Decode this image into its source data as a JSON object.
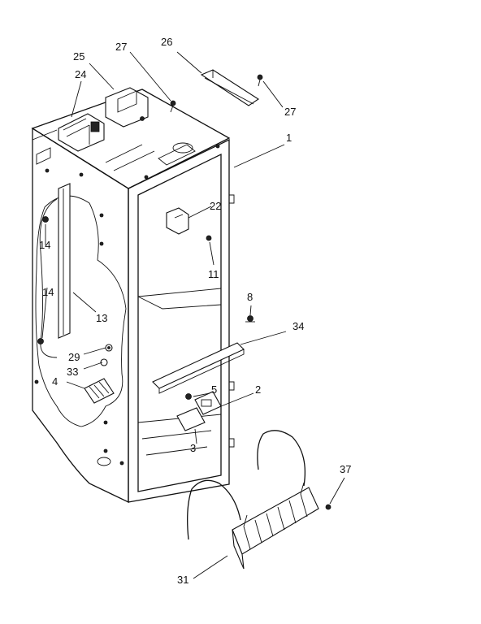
{
  "callouts": [
    {
      "id": "c1",
      "text": "1"
    },
    {
      "id": "c2",
      "text": "2"
    },
    {
      "id": "c3",
      "text": "3"
    },
    {
      "id": "c4",
      "text": "4"
    },
    {
      "id": "c5",
      "text": "5"
    },
    {
      "id": "c8",
      "text": "8"
    },
    {
      "id": "c11",
      "text": "11"
    },
    {
      "id": "c13",
      "text": "13"
    },
    {
      "id": "c14a",
      "text": "14"
    },
    {
      "id": "c14b",
      "text": "14"
    },
    {
      "id": "c22",
      "text": "22"
    },
    {
      "id": "c24",
      "text": "24"
    },
    {
      "id": "c25",
      "text": "25"
    },
    {
      "id": "c26",
      "text": "26"
    },
    {
      "id": "c27a",
      "text": "27"
    },
    {
      "id": "c27b",
      "text": "27"
    },
    {
      "id": "c29",
      "text": "29"
    },
    {
      "id": "c31",
      "text": "31"
    },
    {
      "id": "c33",
      "text": "33"
    },
    {
      "id": "c34",
      "text": "34"
    },
    {
      "id": "c37",
      "text": "37"
    }
  ]
}
